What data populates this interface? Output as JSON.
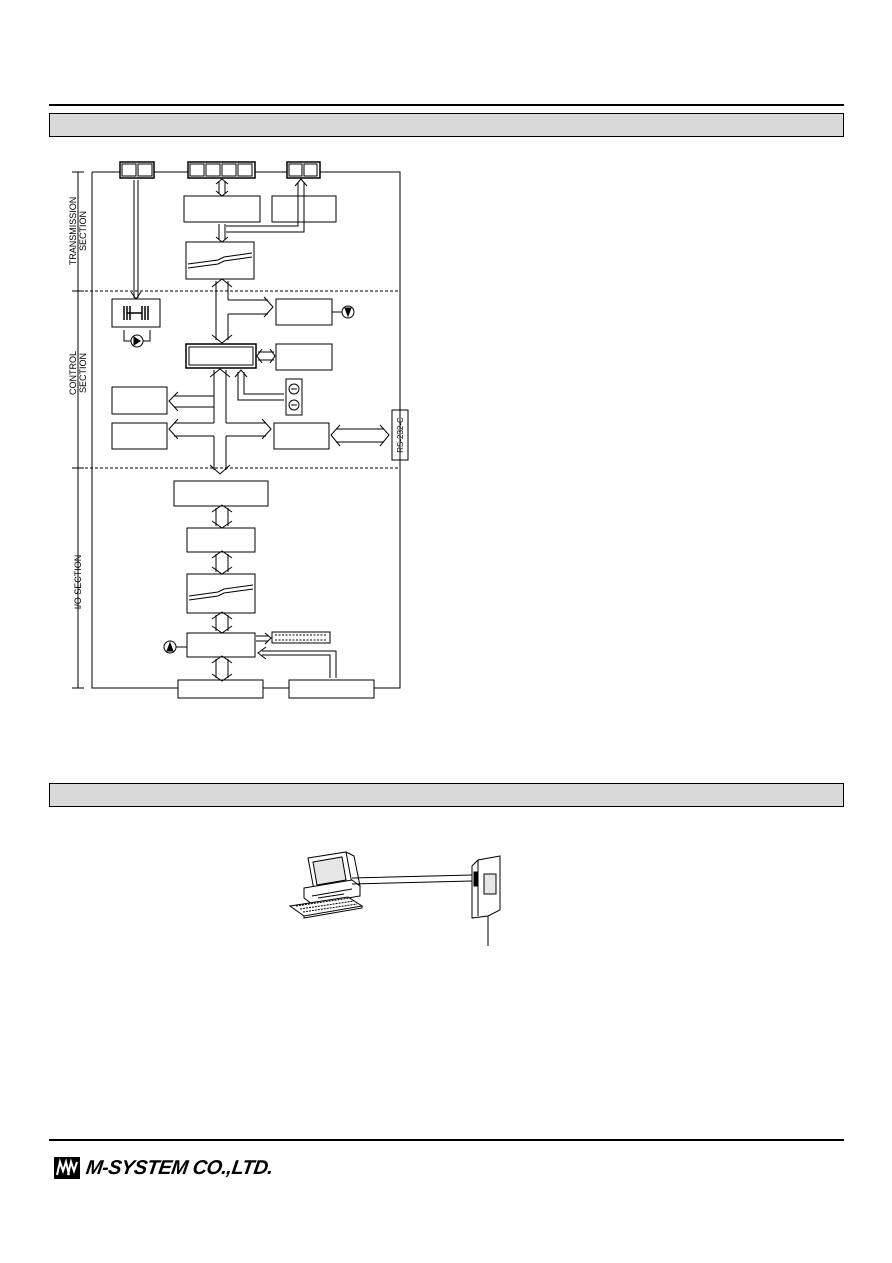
{
  "diagram": {
    "section_labels": {
      "transmission": [
        "TRANSMISSION",
        "SECTION"
      ],
      "control": [
        "CONTROL",
        "SECTION"
      ],
      "io": "I/O SECTION"
    },
    "rs232c_label": "RS-232-C"
  },
  "footer": {
    "company_name": "M-SYSTEM CO.,LTD."
  },
  "colors": {
    "section_bar_fill": "#d9d9d9",
    "line": "#000000"
  }
}
